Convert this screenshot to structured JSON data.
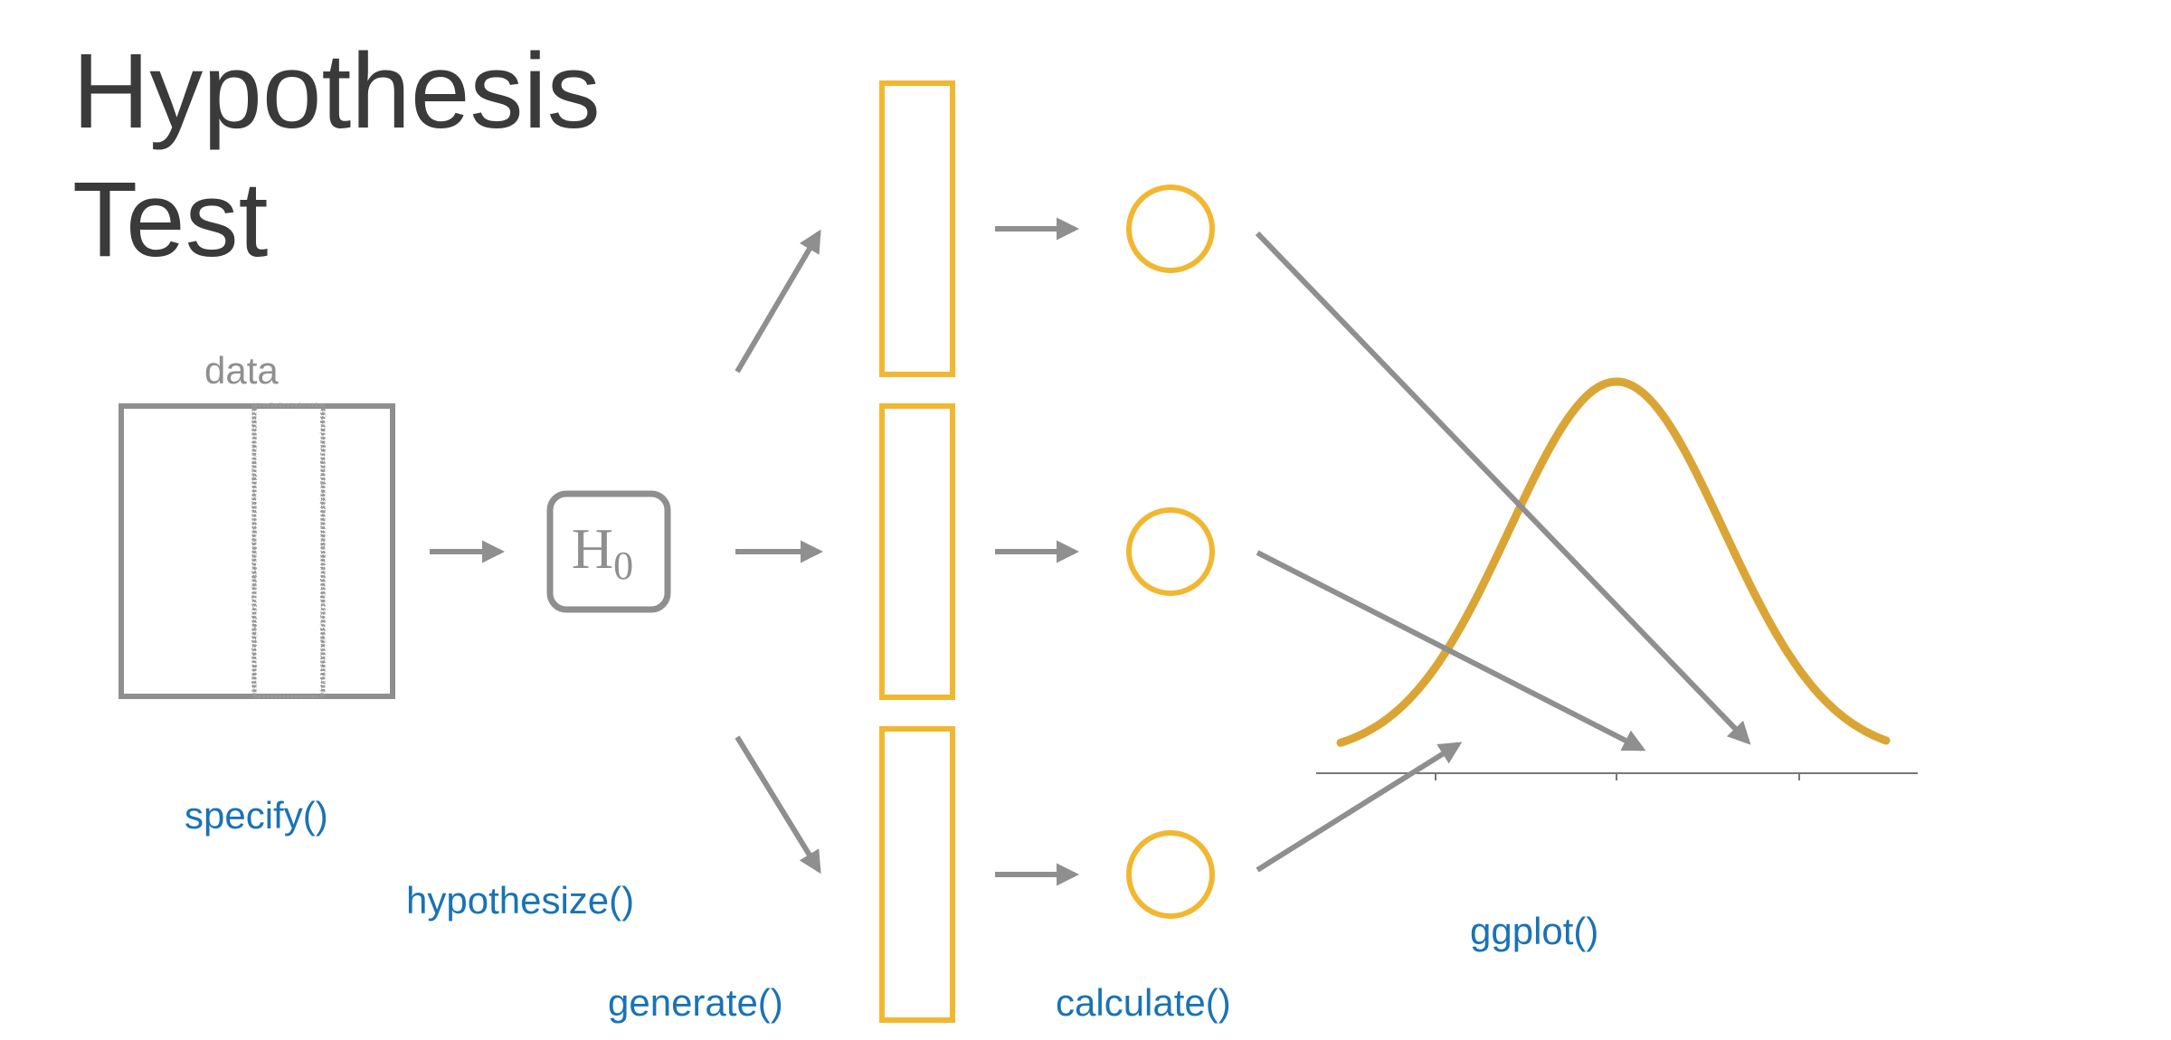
{
  "title": {
    "line1": "Hypothesis",
    "line2": "Test"
  },
  "data_label": "data",
  "null_hypothesis": {
    "symbol": "H",
    "subscript": "0"
  },
  "functions": {
    "specify": "specify()",
    "hypothesize": "hypothesize()",
    "generate": "generate()",
    "calculate": "calculate()",
    "visualize": "ggplot()"
  },
  "colors": {
    "title": "#3a3a3a",
    "gray": "#8f8f8f",
    "sample_yellow": "#f2b731",
    "curve_gold": "#dba535",
    "function_blue": "#1a73b5"
  }
}
